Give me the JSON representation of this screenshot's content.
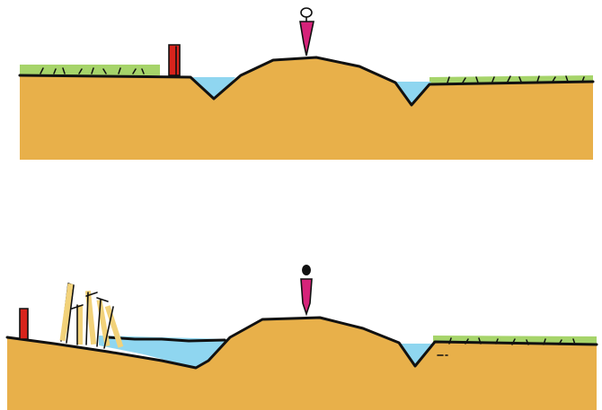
{
  "palette": {
    "soil": "#E8B04A",
    "water": "#8FD6F0",
    "grass": "#A6D46A",
    "figure": "#D6237A",
    "post": "#D9241C",
    "reed": "#F2D27A",
    "ink": "#111111",
    "background": "#FFFFFF"
  },
  "panels": [
    {
      "id": "before",
      "features": [
        "left-grass-bank",
        "red-post",
        "left-ditch-water",
        "central-mound",
        "standing-figure",
        "right-ditch-water",
        "right-grass-bank"
      ]
    },
    {
      "id": "after",
      "features": [
        "red-post",
        "reed-stakes",
        "widened-left-water-area",
        "central-mound",
        "standing-figure",
        "right-ditch-water",
        "right-grass-bank"
      ]
    }
  ]
}
